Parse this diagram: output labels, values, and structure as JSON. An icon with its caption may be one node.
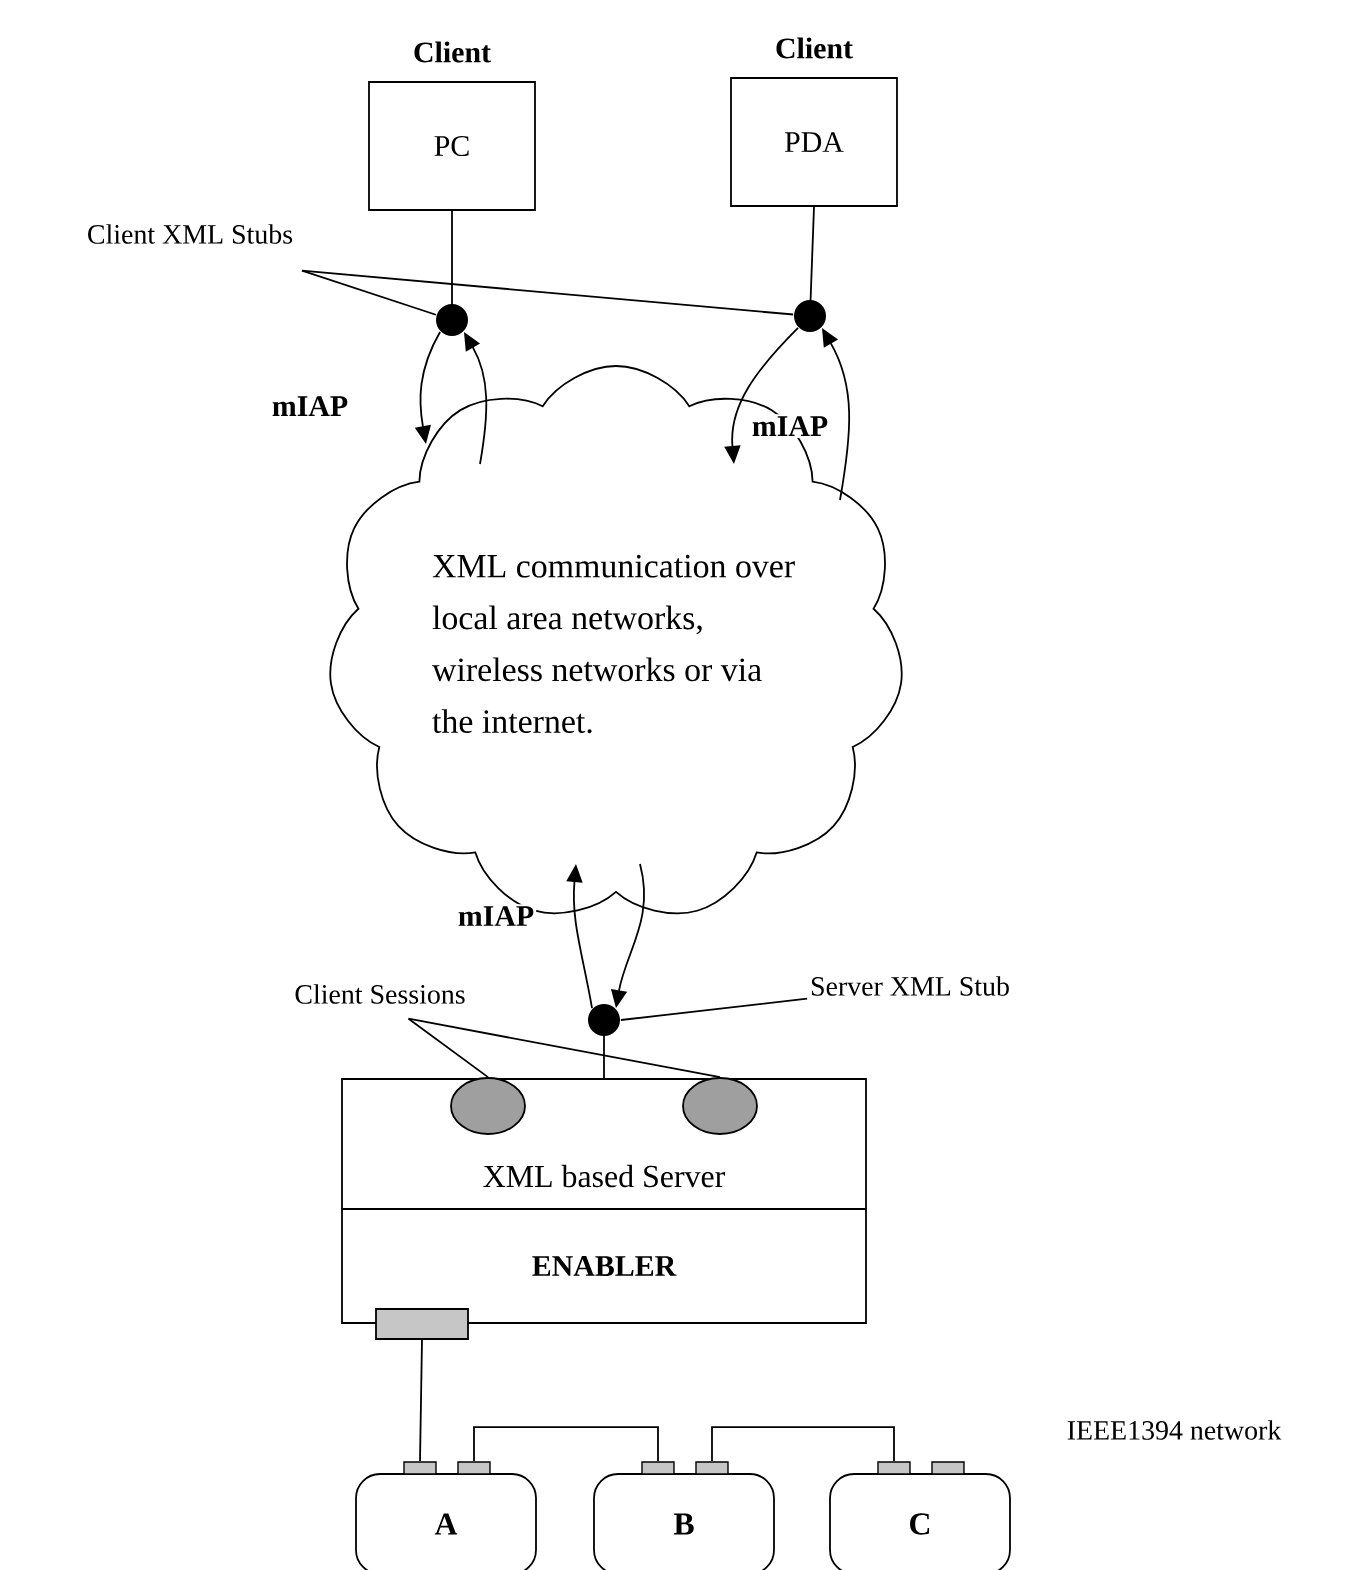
{
  "diagram": {
    "nodes": [
      {
        "text": [
          "Client",
          "PC"
        ]
      },
      {
        "text": [
          "Client",
          "PDA"
        ]
      },
      {
        "text": [],
        "shape": "circle"
      },
      {
        "text": [],
        "shape": "circle"
      },
      {
        "text": [
          "XML communication over local area networks, wireless networks or via the internet."
        ]
      },
      {
        "text": [],
        "shape": "circle"
      },
      {
        "text": [
          "XML based Server"
        ]
      },
      {
        "text": [],
        "shape": "ellipse",
        "in": 6
      },
      {
        "text": [],
        "shape": "ellipse",
        "in": 6
      },
      {
        "text": [
          "ENABLER"
        ]
      },
      {
        "text": [],
        "shape": "box",
        "in": 9
      },
      {
        "text": [
          "A"
        ]
      },
      {
        "text": [
          "B"
        ]
      },
      {
        "text": [
          "C"
        ]
      },
      {
        "text": [
          "Client XML Stubs"
        ]
      },
      {
        "text": [
          "Client Sessions"
        ]
      },
      {
        "text": [
          "Server XML Stub"
        ]
      }
    ],
    "edges": [
      {
        "from": 0,
        "to": 2,
        "arrow": "none"
      },
      {
        "from": 1,
        "to": 3,
        "arrow": "none"
      },
      {
        "from": 2,
        "to": 4,
        "arrow": "to",
        "label": "mIAP"
      },
      {
        "from": 4,
        "to": 2,
        "arrow": "to"
      },
      {
        "from": 3,
        "to": 4,
        "arrow": "to",
        "label": "mIAP"
      },
      {
        "from": 4,
        "to": 3,
        "arrow": "to"
      },
      {
        "from": 5,
        "to": 4,
        "arrow": "to",
        "label": "mIAP"
      },
      {
        "from": 4,
        "to": 5,
        "arrow": "to"
      },
      {
        "from": 5,
        "to": 6,
        "arrow": "none"
      },
      {
        "from": 14,
        "to": 2,
        "arrow": "none"
      },
      {
        "from": 14,
        "to": 3,
        "arrow": "none"
      },
      {
        "from": 15,
        "to": 7,
        "arrow": "none"
      },
      {
        "from": 15,
        "to": 8,
        "arrow": "none"
      },
      {
        "from": 16,
        "to": 5,
        "arrow": "none"
      },
      {
        "from": 10,
        "to": 11,
        "arrow": "none"
      },
      {
        "from": 11,
        "to": 12,
        "arrow": "none"
      },
      {
        "from": 12,
        "to": 13,
        "arrow": "none"
      }
    ],
    "labels": [
      "IEEE1394 network"
    ]
  }
}
